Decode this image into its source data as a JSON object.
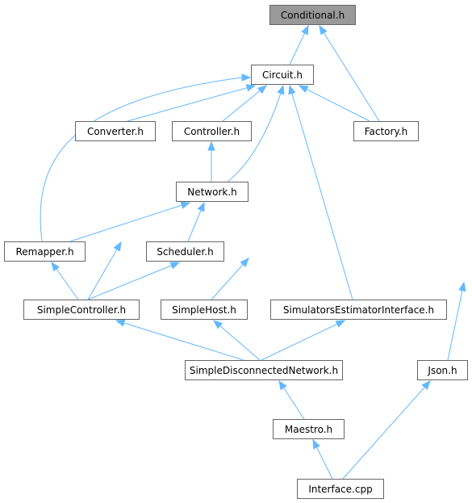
{
  "colors": {
    "edge": "#63b8ff",
    "node_border": "#666666",
    "node_fill": "#ffffff",
    "root_fill": "#999999",
    "text": "#000000"
  },
  "nodes": [
    {
      "id": "conditional",
      "label": "Conditional.h",
      "root": true
    },
    {
      "id": "circuit",
      "label": "Circuit.h"
    },
    {
      "id": "converter",
      "label": "Converter.h"
    },
    {
      "id": "controller",
      "label": "Controller.h"
    },
    {
      "id": "factory",
      "label": "Factory.h"
    },
    {
      "id": "network",
      "label": "Network.h"
    },
    {
      "id": "remapper",
      "label": "Remapper.h"
    },
    {
      "id": "scheduler",
      "label": "Scheduler.h"
    },
    {
      "id": "simplecontroller",
      "label": "SimpleController.h"
    },
    {
      "id": "simplehost",
      "label": "SimpleHost.h"
    },
    {
      "id": "simulatorsestimator",
      "label": "SimulatorsEstimatorInterface.h"
    },
    {
      "id": "simpledisconnected",
      "label": "SimpleDisconnectedNetwork.h"
    },
    {
      "id": "json",
      "label": "Json.h"
    },
    {
      "id": "maestro",
      "label": "Maestro.h"
    },
    {
      "id": "interface",
      "label": "Interface.cpp"
    }
  ],
  "edges": [
    {
      "from": "circuit",
      "to": "conditional"
    },
    {
      "from": "factory",
      "to": "conditional"
    },
    {
      "from": "converter",
      "to": "circuit"
    },
    {
      "from": "controller",
      "to": "circuit"
    },
    {
      "from": "factory",
      "to": "circuit"
    },
    {
      "from": "network",
      "to": "circuit"
    },
    {
      "from": "remapper",
      "to": "circuit"
    },
    {
      "from": "simulatorsestimator",
      "to": "circuit"
    },
    {
      "from": "network",
      "to": "controller"
    },
    {
      "from": "simplecontroller",
      "to": "controller"
    },
    {
      "from": "remapper",
      "to": "network"
    },
    {
      "from": "scheduler",
      "to": "network"
    },
    {
      "from": "simplehost",
      "to": "network"
    },
    {
      "from": "simplecontroller",
      "to": "remapper"
    },
    {
      "from": "simplecontroller",
      "to": "scheduler"
    },
    {
      "from": "simpledisconnected",
      "to": "simplecontroller"
    },
    {
      "from": "simpledisconnected",
      "to": "simplehost"
    },
    {
      "from": "simpledisconnected",
      "to": "simulatorsestimator"
    },
    {
      "from": "json",
      "to": "factory"
    },
    {
      "from": "maestro",
      "to": "simpledisconnected"
    },
    {
      "from": "interface",
      "to": "json"
    },
    {
      "from": "interface",
      "to": "maestro"
    }
  ]
}
